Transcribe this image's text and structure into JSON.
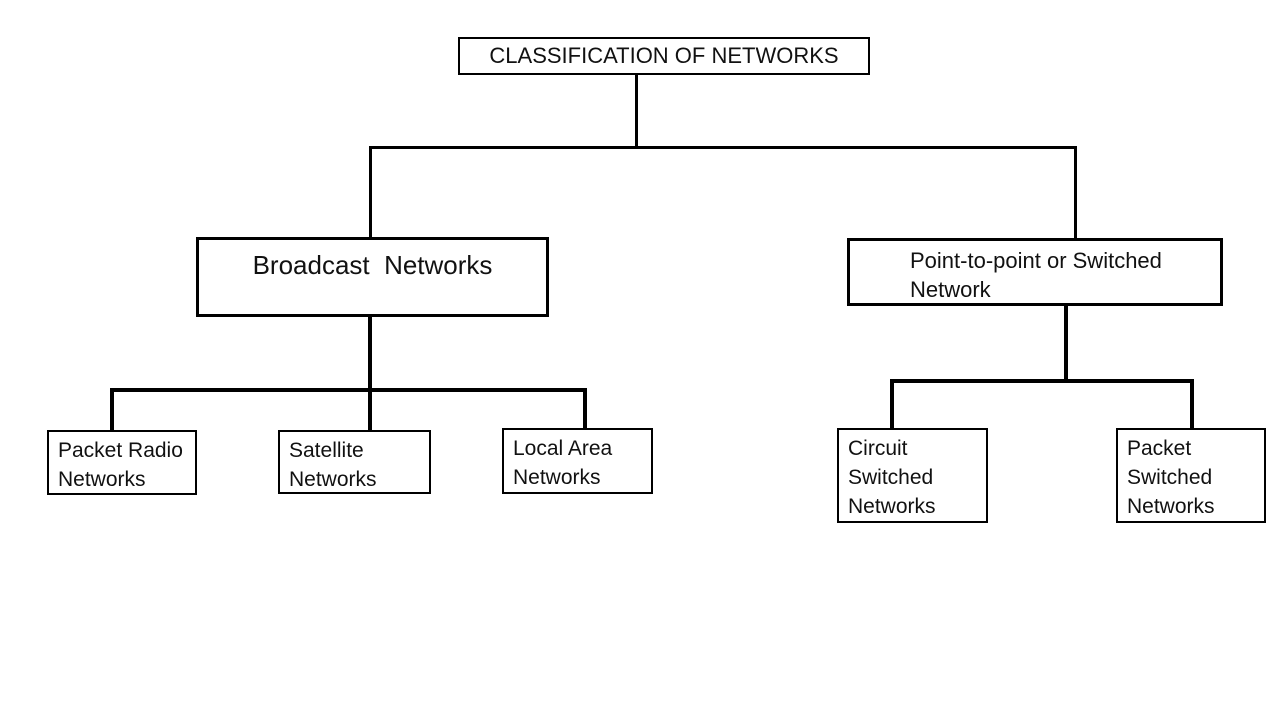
{
  "colors": {
    "line": "#000000",
    "border": "#000000",
    "background": "#ffffff",
    "text": "#111111"
  },
  "nodes": {
    "root": {
      "label": "CLASSIFICATION OF NETWORKS"
    },
    "broadcast": {
      "label": "Broadcast  Networks"
    },
    "point_to_point": {
      "label": "Point-to-point or Switched\nNetwork"
    },
    "packet_radio": {
      "label": "Packet Radio\nNetworks"
    },
    "satellite": {
      "label": "Satellite\nNetworks"
    },
    "local_area": {
      "label": "Local Area\nNetworks"
    },
    "circuit_switched": {
      "label": "Circuit\nSwitched\nNetworks"
    },
    "packet_switched": {
      "label": "Packet\nSwitched\nNetworks"
    }
  }
}
